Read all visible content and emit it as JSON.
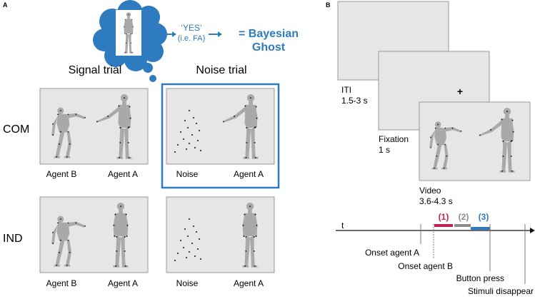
{
  "panel_a": {
    "letter": "A",
    "yes_line1": "‘YES’",
    "yes_line2": "(i.e. FA)",
    "bayes_line1": "= Bayesian",
    "bayes_line2": "Ghost",
    "signal_trial": "Signal trial",
    "noise_trial": "Noise trial",
    "row_com": "COM",
    "row_ind": "IND",
    "labels": {
      "agent_b": "Agent B",
      "agent_a": "Agent A",
      "noise": "Noise"
    }
  },
  "panel_b": {
    "letter": "B",
    "iti_line1": "ITI",
    "iti_line2": "1.5-3 s",
    "fixation_line1": "Fixation",
    "fixation_line2": "1 s",
    "fixation_cross": "+",
    "video_line1": "Video",
    "video_line2": "3.6-4.3 s",
    "timeline": {
      "axis_label": "t",
      "segments": [
        {
          "label": "(1)",
          "color": "#c41e56"
        },
        {
          "label": "(2)",
          "color": "#8c8c8c"
        },
        {
          "label": "(3)",
          "color": "#2f7bbf"
        }
      ],
      "events": [
        "Onset agent A",
        "Onset agent B",
        "Button press",
        "Stimuli disappear"
      ]
    }
  },
  "colors": {
    "accent_blue": "#2f7bbf",
    "panel_gray": "#e6e6e6",
    "figure_gray": "#a9a9a9"
  }
}
